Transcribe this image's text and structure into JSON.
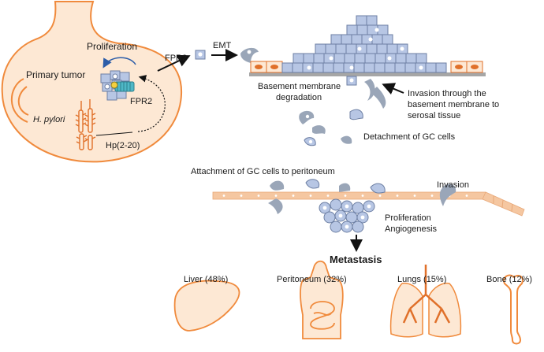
{
  "labels": {
    "primary_tumor": "Primary tumor",
    "proliferation_top": "Proliferation",
    "fpr2_receptor": "FPR2",
    "h_pylori": "H. pylori",
    "hp_peptide": "Hp(2-20)",
    "fpr2_arrow": "FPR2",
    "emt": "EMT",
    "bm_degradation_1": "Basement membrane",
    "bm_degradation_2": "degradation",
    "invasion_1": "Invasion through the",
    "invasion_2": "basement membrane to",
    "invasion_3": "serosal tissue",
    "detachment": "Detachment of GC cells",
    "attachment": "Attachment of GC cells to peritoneum",
    "invasion_peritoneum": "Invasion",
    "proliferation_bottom": "Proliferation",
    "angiogenesis": "Angiogenesis",
    "metastasis": "Metastasis"
  },
  "sites": [
    {
      "label": "Liver (48%)",
      "organ": "liver-icon"
    },
    {
      "label": "Peritoneum (32%)",
      "organ": "torso-intestine-icon"
    },
    {
      "label": "Lungs (15%)",
      "organ": "lungs-icon"
    },
    {
      "label": "Bone (12%)",
      "organ": "bone-icon"
    }
  ],
  "colors": {
    "organ_outline": "#f08a3c",
    "organ_fill": "#fde8d4",
    "cell_fill": "#b7c6e4",
    "cell_stroke": "#6d7fa3",
    "nucleus": "#ffffff",
    "migrating_cell": "#9aa6b8",
    "membrane": "#a6a6a6",
    "receptor": "#4fb8c7",
    "ligand": "#f4d03f",
    "text": "#1a1a1a"
  }
}
